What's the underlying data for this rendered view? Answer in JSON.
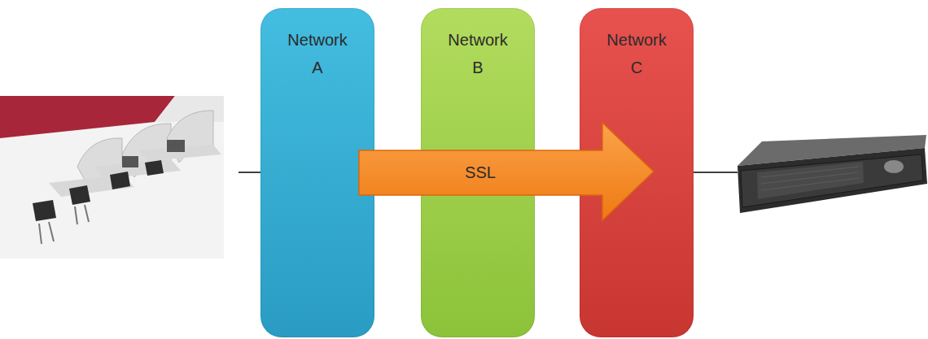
{
  "diagram": {
    "nodes": [
      {
        "text": [
          "Network A"
        ]
      },
      {
        "text": [
          "Network B"
        ]
      },
      {
        "text": [
          "Network C"
        ]
      },
      {
        "text": [
          "SSL"
        ]
      }
    ]
  }
}
